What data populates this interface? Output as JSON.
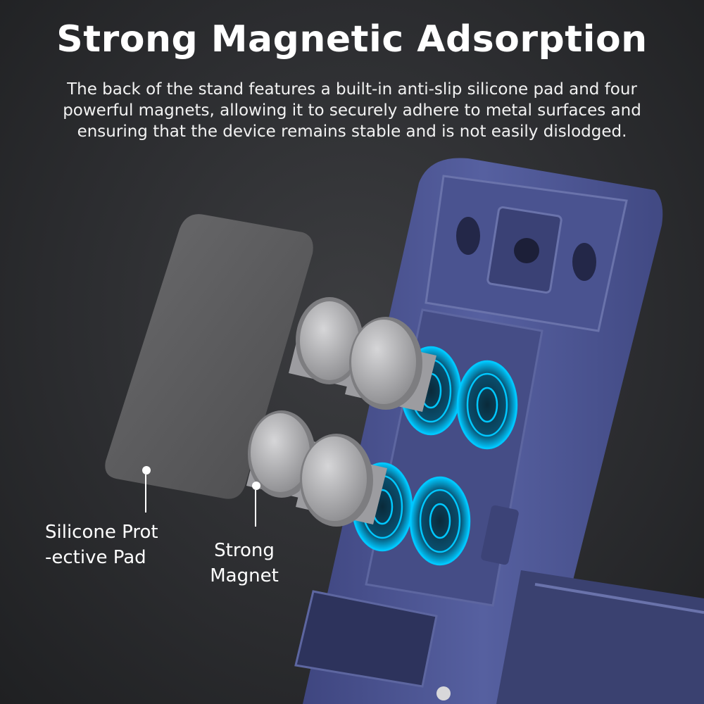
{
  "header": {
    "title": "Strong Magnetic Adsorption",
    "description_lines": [
      "The back of the stand features a built-in anti-slip silicone pad and four",
      "powerful magnets, allowing it to securely adhere to metal surfaces and",
      "ensuring that the device remains stable and is not easily dislodged."
    ]
  },
  "callouts": {
    "pad": {
      "line1": "Silicone Prot",
      "line2": "-ective Pad"
    },
    "magnet": {
      "line1": "Strong",
      "line2": "Magnet"
    }
  },
  "colors": {
    "stand": "#4d5690",
    "stand_dark": "#363d6b",
    "stand_light": "#6a73ab",
    "pad": "#5c5c5e",
    "magnet": "#a9a9ab",
    "field_glow": "#00c8ff"
  }
}
